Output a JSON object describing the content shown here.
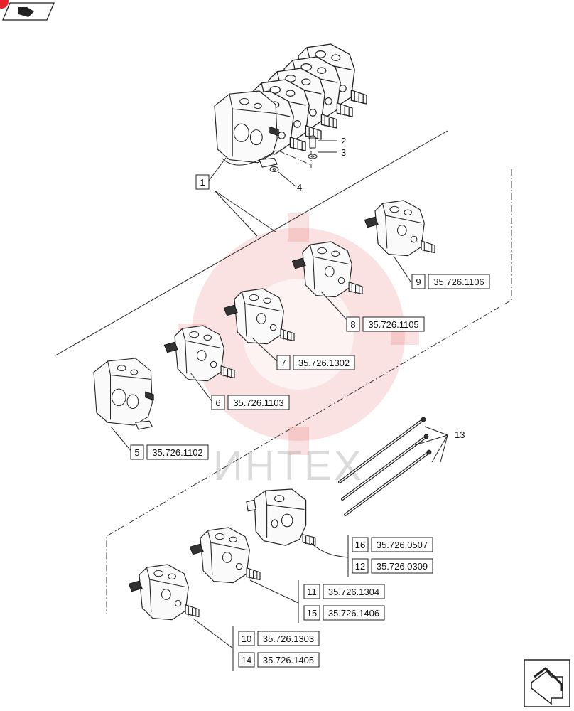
{
  "nav": {
    "top_icon": "book-arrow-icon",
    "bottom_icon": "next-page-arrow-icon"
  },
  "watermark": {
    "text": "ИНТЕХ",
    "color": "#e02020"
  },
  "callouts": {
    "c1": "1",
    "c2": "2",
    "c3": "3",
    "c4": "4",
    "c13": "13"
  },
  "parts": [
    {
      "num": "5",
      "code": "35.726.1102"
    },
    {
      "num": "6",
      "code": "35.726.1103"
    },
    {
      "num": "7",
      "code": "35.726.1302"
    },
    {
      "num": "8",
      "code": "35.726.1105"
    },
    {
      "num": "9",
      "code": "35.726.1106"
    },
    {
      "num": "16",
      "code": "35.726.0507"
    },
    {
      "num": "12",
      "code": "35.726.0309"
    },
    {
      "num": "11",
      "code": "35.726.1304"
    },
    {
      "num": "15",
      "code": "35.726.1406"
    },
    {
      "num": "10",
      "code": "35.726.1303"
    },
    {
      "num": "14",
      "code": "35.726.1405"
    }
  ]
}
